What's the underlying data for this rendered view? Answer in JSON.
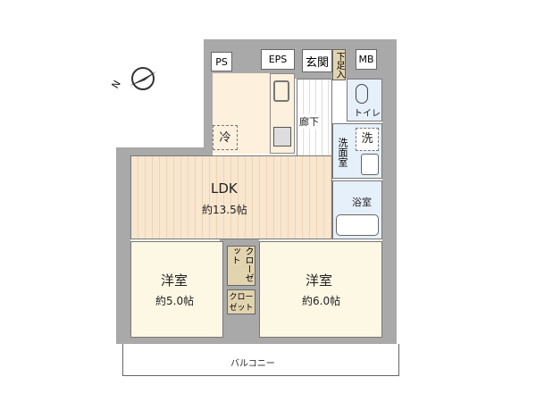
{
  "compass": {
    "north_label": "N"
  },
  "rooms": {
    "ps": "PS",
    "eps": "EPS",
    "entrance": "玄関",
    "shoe_storage": "下足入",
    "mb": "MB",
    "refrigerator": "冷",
    "corridor": "廊下",
    "toilet": "トイレ",
    "washer": "洗",
    "washroom": "洗面室",
    "bathroom": "浴室",
    "ldk": {
      "name": "LDK",
      "size": "約13.5帖"
    },
    "western1": {
      "name": "洋室",
      "size": "約5.0帖"
    },
    "western2": {
      "name": "洋室",
      "size": "約6.0帖"
    },
    "closet1": "クローゼット",
    "closet2": "クローゼット",
    "balcony": "バルコニー"
  }
}
